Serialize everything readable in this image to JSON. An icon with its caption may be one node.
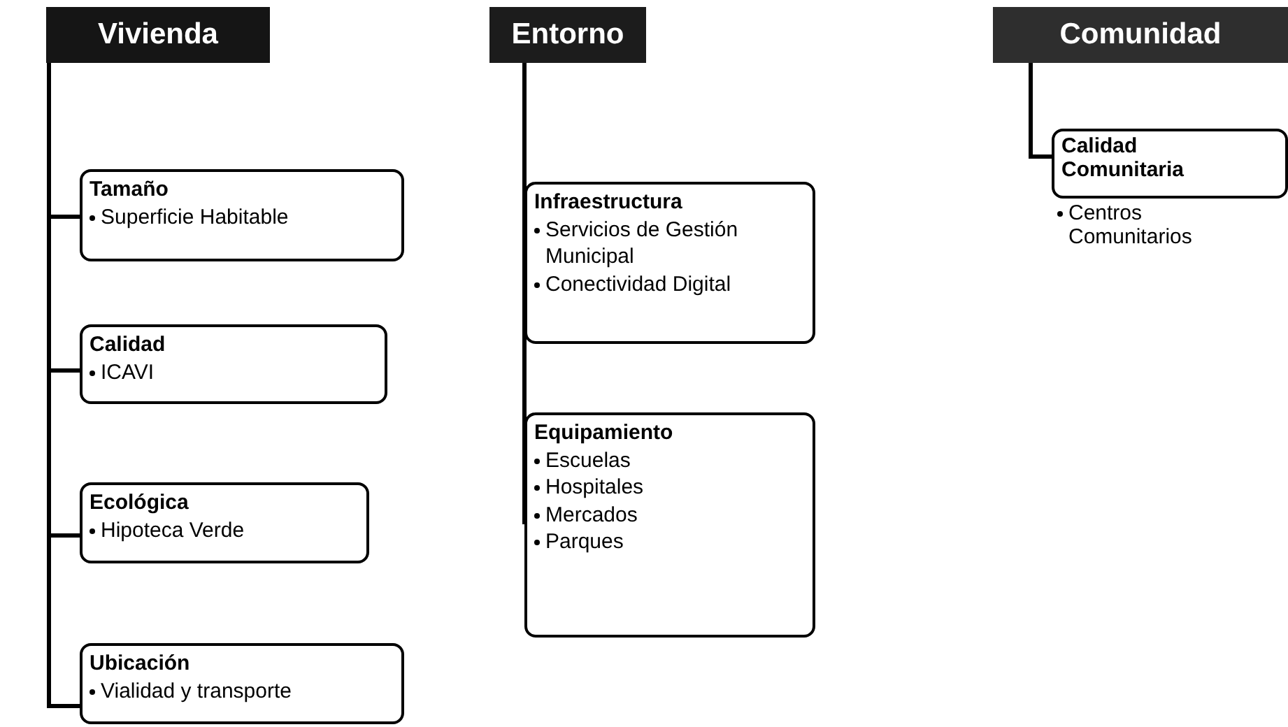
{
  "diagram": {
    "nodes": [
      {
        "text": [
          "Vivienda"
        ]
      },
      {
        "text": [
          "Tamaño",
          "Superficie Habitable"
        ]
      },
      {
        "text": [
          "Calidad",
          "ICAVI"
        ]
      },
      {
        "text": [
          "Ecológica",
          "Hipoteca Verde"
        ]
      },
      {
        "text": [
          "Ubicación",
          "Vialidad y transporte"
        ]
      },
      {
        "text": [
          "Entorno"
        ]
      },
      {
        "text": [
          "Infraestructura",
          "Servicios de Gestión Municipal",
          "Conectividad Digital"
        ]
      },
      {
        "text": [
          "Equipamiento",
          "Escuelas",
          "Hospitales",
          "Mercados",
          "Parques"
        ]
      },
      {
        "text": [
          "Comunidad"
        ]
      },
      {
        "text": [
          "Calidad Comunitaria"
        ],
        "beside": [
          "Centros Comunitarios"
        ]
      }
    ],
    "edges": [
      {
        "from": 0,
        "to": 1,
        "arrow": "none"
      },
      {
        "from": 0,
        "to": 2,
        "arrow": "none"
      },
      {
        "from": 0,
        "to": 3,
        "arrow": "none"
      },
      {
        "from": 0,
        "to": 4,
        "arrow": "none"
      },
      {
        "from": 5,
        "to": 6,
        "arrow": "none"
      },
      {
        "from": 5,
        "to": 7,
        "arrow": "none"
      },
      {
        "from": 8,
        "to": 9,
        "arrow": "none"
      }
    ]
  }
}
